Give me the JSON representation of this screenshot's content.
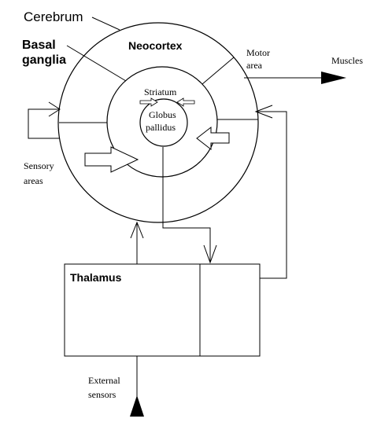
{
  "labels": {
    "cerebrum": "Cerebrum",
    "basal_ganglia_line1": "Basal",
    "basal_ganglia_line2": "ganglia",
    "neocortex": "Neocortex",
    "motor_area_line1": "Motor",
    "motor_area_line2": "area",
    "muscles": "Muscles",
    "striatum": "Striatum",
    "globus_line1": "Globus",
    "globus_line2": "pallidus",
    "sensory_line1": "Sensory",
    "sensory_line2": "areas",
    "thalamus": "Thalamus",
    "external_line1": "External",
    "external_line2": "sensors"
  },
  "colors": {
    "stroke": "#000000",
    "background": "#ffffff"
  }
}
